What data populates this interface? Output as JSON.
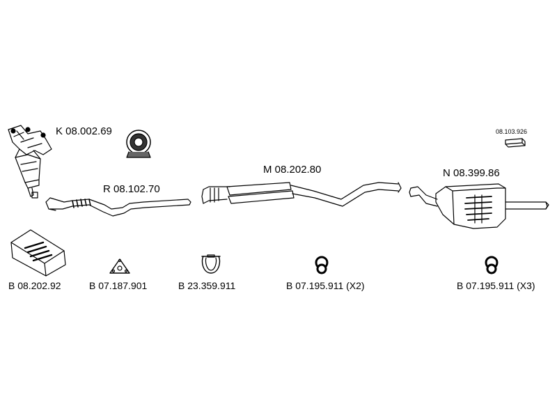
{
  "parts": {
    "manifold": {
      "code": "K 08.002.69"
    },
    "front_pipe": {
      "code": "R 08.102.70"
    },
    "middle_silencer": {
      "code": "M 08.202.80"
    },
    "rear_silencer": {
      "code": "N 08.399.86"
    },
    "small_part": {
      "code": "08.103.926"
    }
  },
  "accessories": {
    "mounting_kit": {
      "code": "B 08.202.92"
    },
    "gasket": {
      "code": "B 07.187.901"
    },
    "clamp": {
      "code": "B 23.359.911"
    },
    "rubber_ring_a": {
      "code": "B 07.195.911 (X2)"
    },
    "rubber_ring_b": {
      "code": "B 07.195.911 (X3)"
    }
  },
  "icons": {
    "certification": "certification-seal-icon",
    "small_part": "bracket-icon"
  }
}
